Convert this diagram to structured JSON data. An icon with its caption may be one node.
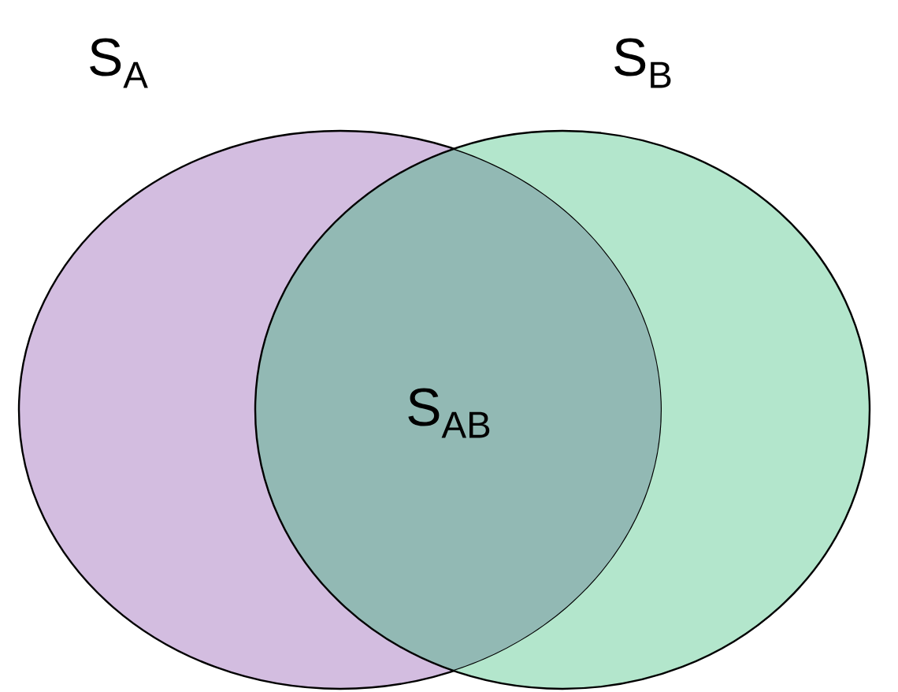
{
  "diagram": {
    "nodes": [
      {
        "text": [
          "S$_{A}$"
        ]
      },
      {
        "text": [
          "S$_{B}$"
        ]
      }
    ],
    "labels": [
      "S$_{AB}$"
    ]
  }
}
